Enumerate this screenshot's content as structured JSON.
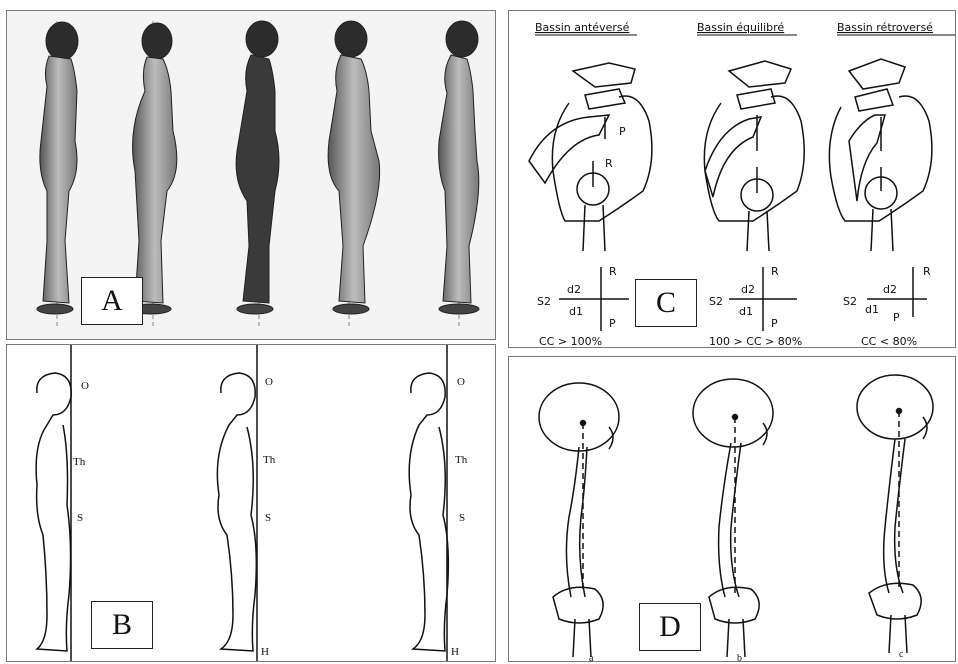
{
  "panels": {
    "a": {
      "label": "A"
    },
    "b": {
      "label": "B",
      "annotations": {
        "o": "O",
        "th": "Th",
        "s": "S",
        "h": "H"
      }
    },
    "c": {
      "label": "C",
      "columns": [
        {
          "title": "Bassin antéversé",
          "d2": "d2",
          "d1": "d1",
          "s": "S2",
          "r": "R",
          "p": "P",
          "ratio": "CC > 100%"
        },
        {
          "title": "Bassin équilibré",
          "d2": "d2",
          "d1": "d1",
          "s": "S2",
          "r": "R",
          "p": "P",
          "ratio": "100 > CC > 80%"
        },
        {
          "title": "Bassin rétroversé",
          "d2": "d2",
          "d1": "d1",
          "s": "S2",
          "r": "R",
          "p": "P",
          "ratio": "CC < 80%"
        }
      ],
      "force_labels": {
        "p": "P",
        "r": "R"
      }
    },
    "d": {
      "label": "D",
      "captions": [
        "a",
        "b",
        "c"
      ]
    }
  }
}
